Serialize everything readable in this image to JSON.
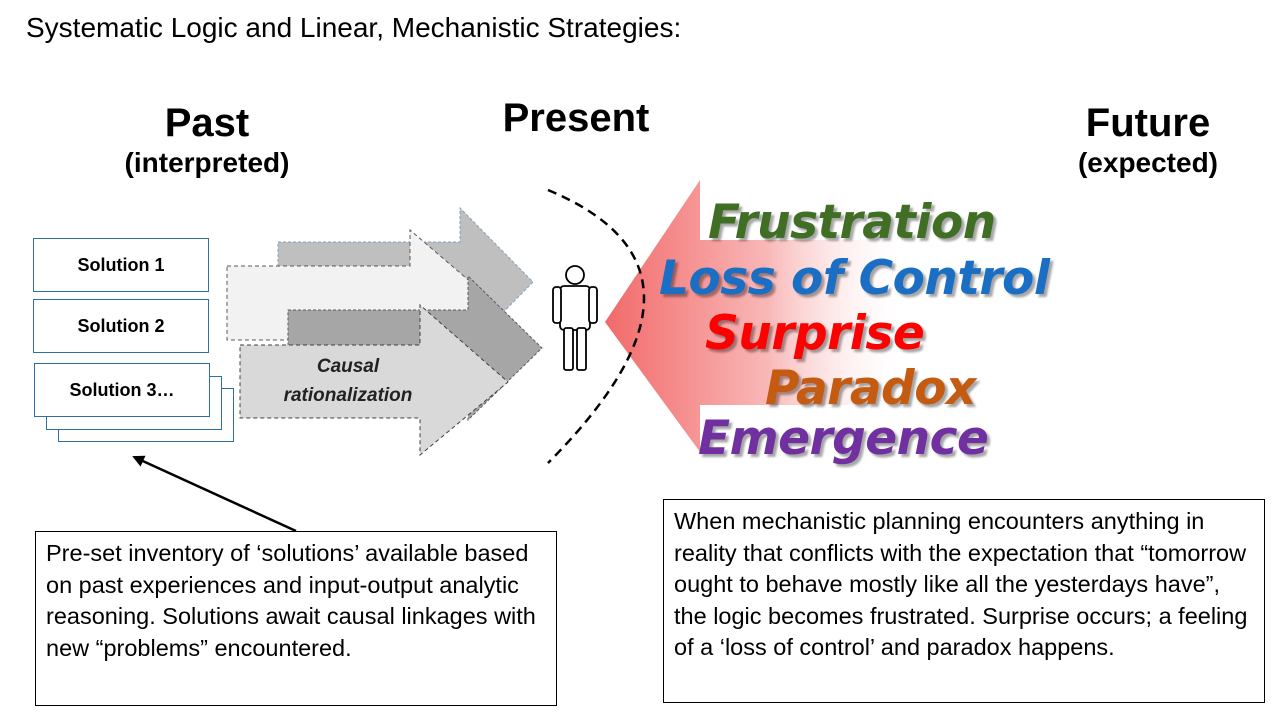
{
  "title": "Systematic Logic and Linear, Mechanistic Strategies:",
  "headers": {
    "past": {
      "label": "Past",
      "sub": "(interpreted)"
    },
    "present": {
      "label": "Present"
    },
    "future": {
      "label": "Future",
      "sub": "(expected)"
    }
  },
  "solutions": [
    "Solution 1",
    "Solution 2",
    "Solution 3…"
  ],
  "causal_label": "Causal rationalization",
  "outcomes": [
    {
      "text": "Frustration",
      "color": "#3f6e24"
    },
    {
      "text": "Loss of Control",
      "color": "#1a6fc4"
    },
    {
      "text": "Surprise",
      "color": "#ff0000"
    },
    {
      "text": "Paradox",
      "color": "#c55a11"
    },
    {
      "text": "Emergence",
      "color": "#7030a0"
    }
  ],
  "notes": {
    "left": "Pre-set inventory of ‘solutions’ available based on past experiences and input-output analytic reasoning. Solutions await causal linkages with new “problems” encountered.",
    "right": "When mechanistic planning encounters anything in reality that conflicts with the expectation that “tomorrow ought to behave mostly like all the yesterdays have”, the logic becomes frustrated. Surprise occurs; a feeling of a ‘loss of control’ and paradox happens."
  }
}
